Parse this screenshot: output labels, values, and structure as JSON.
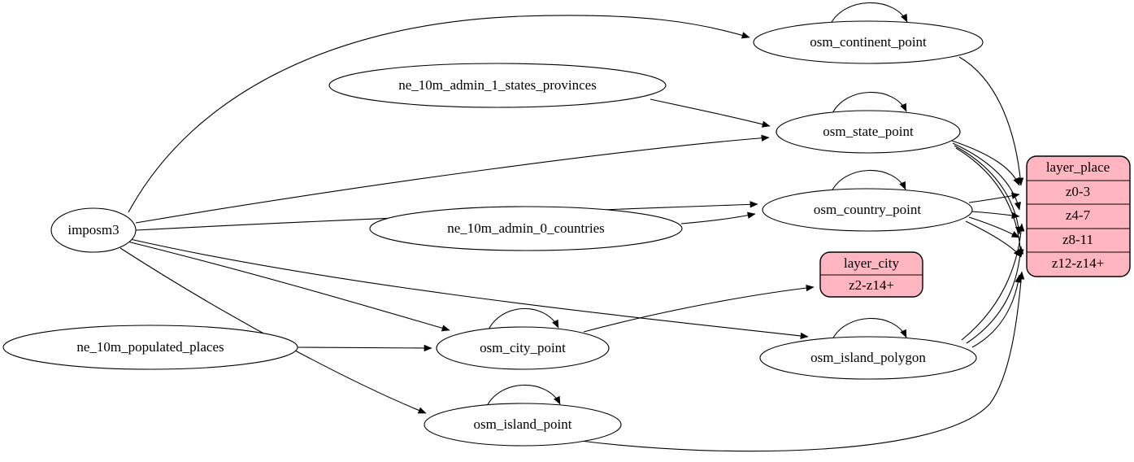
{
  "diagram_title": "place layer ETL graph",
  "colors": {
    "background": "#ffffff",
    "node_fill": "#ffffff",
    "layer_fill": "#ffb6c1",
    "edge": "#000000"
  },
  "nodes": {
    "imposm3": "imposm3",
    "ne_10m_admin_1_states_provinces": "ne_10m_admin_1_states_provinces",
    "ne_10m_admin_0_countries": "ne_10m_admin_0_countries",
    "ne_10m_populated_places": "ne_10m_populated_places",
    "osm_continent_point": "osm_continent_point",
    "osm_state_point": "osm_state_point",
    "osm_country_point": "osm_country_point",
    "osm_city_point": "osm_city_point",
    "osm_island_polygon": "osm_island_polygon",
    "osm_island_point": "osm_island_point"
  },
  "layer_place": {
    "title": "layer_place",
    "rows": [
      "z0-3",
      "z4-7",
      "z8-11",
      "z12-z14+"
    ]
  },
  "layer_city": {
    "title": "layer_city",
    "rows": [
      "z2-z14+"
    ]
  },
  "edges": [
    {
      "from": "imposm3",
      "to": "osm_continent_point"
    },
    {
      "from": "imposm3",
      "to": "osm_state_point"
    },
    {
      "from": "imposm3",
      "to": "osm_country_point"
    },
    {
      "from": "imposm3",
      "to": "osm_city_point"
    },
    {
      "from": "imposm3",
      "to": "osm_island_polygon"
    },
    {
      "from": "imposm3",
      "to": "osm_island_point"
    },
    {
      "from": "ne_10m_admin_1_states_provinces",
      "to": "osm_state_point"
    },
    {
      "from": "ne_10m_admin_0_countries",
      "to": "osm_country_point"
    },
    {
      "from": "ne_10m_populated_places",
      "to": "osm_city_point"
    },
    {
      "from": "osm_continent_point",
      "to": "osm_continent_point"
    },
    {
      "from": "osm_state_point",
      "to": "osm_state_point"
    },
    {
      "from": "osm_country_point",
      "to": "osm_country_point"
    },
    {
      "from": "osm_city_point",
      "to": "osm_city_point"
    },
    {
      "from": "osm_island_polygon",
      "to": "osm_island_polygon"
    },
    {
      "from": "osm_island_point",
      "to": "osm_island_point"
    },
    {
      "from": "osm_continent_point",
      "to": "layer_place:z0-3"
    },
    {
      "from": "osm_state_point",
      "to": "layer_place:z0-3"
    },
    {
      "from": "osm_state_point",
      "to": "layer_place:z4-7"
    },
    {
      "from": "osm_state_point",
      "to": "layer_place:z8-11"
    },
    {
      "from": "osm_state_point",
      "to": "layer_place:z12-z14+"
    },
    {
      "from": "osm_country_point",
      "to": "layer_place:z0-3"
    },
    {
      "from": "osm_country_point",
      "to": "layer_place:z4-7"
    },
    {
      "from": "osm_country_point",
      "to": "layer_place:z8-11"
    },
    {
      "from": "osm_country_point",
      "to": "layer_place:z12-z14+"
    },
    {
      "from": "osm_island_polygon",
      "to": "layer_place:z4-7"
    },
    {
      "from": "osm_island_polygon",
      "to": "layer_place:z8-11"
    },
    {
      "from": "osm_island_polygon",
      "to": "layer_place:z12-z14+"
    },
    {
      "from": "osm_island_point",
      "to": "layer_place:z12-z14+"
    },
    {
      "from": "osm_city_point",
      "to": "layer_city:z2-z14+"
    }
  ]
}
